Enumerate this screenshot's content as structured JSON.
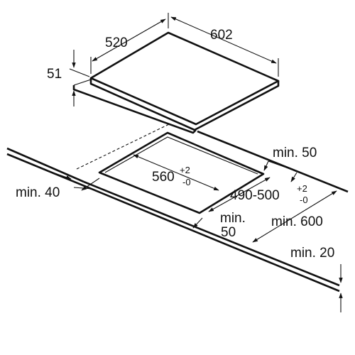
{
  "labels": {
    "depth": "520",
    "width": "602",
    "height": "51",
    "min_back": "min. 50",
    "min_side": "min. 40",
    "cutout_width": "560",
    "cutout_width_tol_plus": "+2",
    "cutout_width_tol_minus": "-0",
    "cutout_depth": "490-500",
    "cutout_depth_tol_plus": "+2",
    "cutout_depth_tol_minus": "-0",
    "min_front_a": "min.",
    "min_front_b": "50",
    "min_worktop_depth": "min. 600",
    "min_worktop_thickness": "min. 20"
  }
}
